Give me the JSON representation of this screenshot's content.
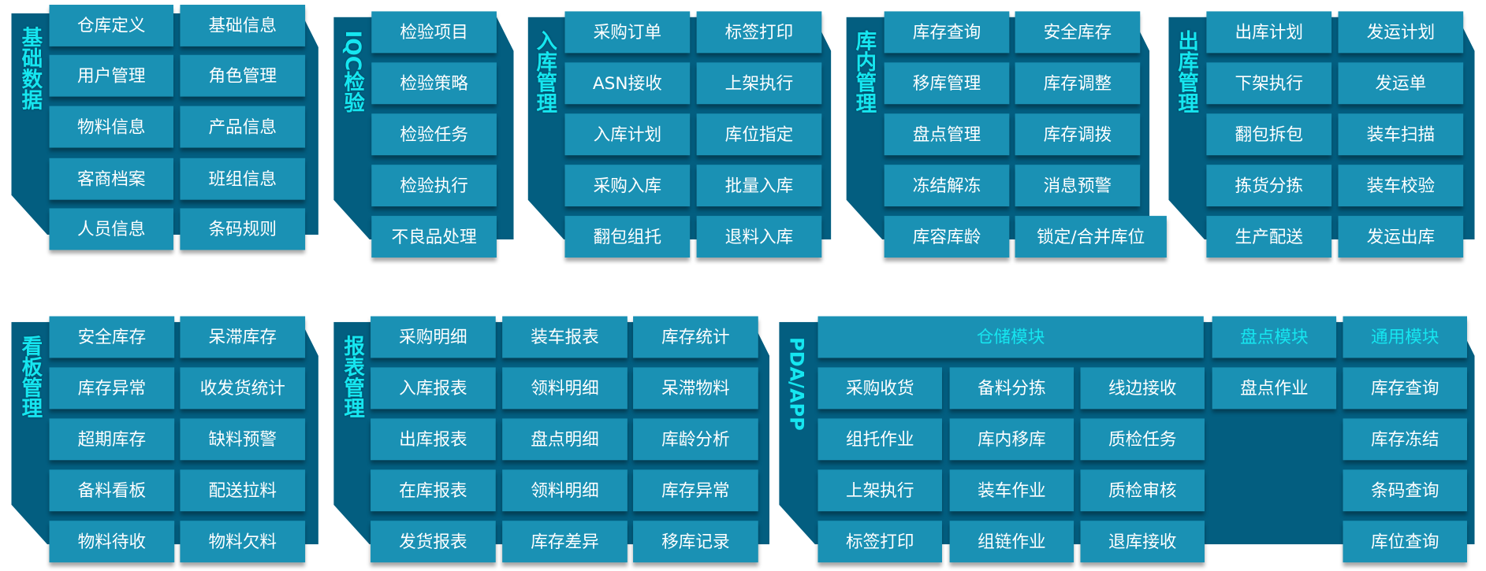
{
  "colors": {
    "panel": "#035e80",
    "button": "#1a91b4",
    "label": "#16e6f0",
    "text": "#ffffff"
  },
  "panels": [
    {
      "title": "基础数据",
      "rows": [
        [
          "仓库定义",
          "基础信息"
        ],
        [
          "用户管理",
          "角色管理"
        ],
        [
          "物料信息",
          "产品信息"
        ],
        [
          "客商档案",
          "班组信息"
        ],
        [
          "人员信息",
          "条码规则"
        ]
      ]
    },
    {
      "title": "IQC检验",
      "rows": [
        [
          "检验项目"
        ],
        [
          "检验策略"
        ],
        [
          "检验任务"
        ],
        [
          "检验执行"
        ],
        [
          "不良品处理"
        ]
      ]
    },
    {
      "title": "入库管理",
      "rows": [
        [
          "采购订单",
          "标签打印"
        ],
        [
          "ASN接收",
          "上架执行"
        ],
        [
          "入库计划",
          "库位指定"
        ],
        [
          "采购入库",
          "批量入库"
        ],
        [
          "翻包组托",
          "退料入库"
        ]
      ]
    },
    {
      "title": "库内管理",
      "rows": [
        [
          "库存查询",
          "安全库存"
        ],
        [
          "移库管理",
          "库存调整"
        ],
        [
          "盘点管理",
          "库存调拨"
        ],
        [
          "冻结解冻",
          "消息预警"
        ],
        [
          "库容库龄",
          "锁定/合并库位"
        ]
      ]
    },
    {
      "title": "出库管理",
      "rows": [
        [
          "出库计划",
          "发运计划"
        ],
        [
          "下架执行",
          "发运单"
        ],
        [
          "翻包拆包",
          "装车扫描"
        ],
        [
          "拣货分拣",
          "装车校验"
        ],
        [
          "生产配送",
          "发运出库"
        ]
      ]
    },
    {
      "title": "看板管理",
      "rows": [
        [
          "安全库存",
          "呆滞库存"
        ],
        [
          "库存异常",
          "收发货统计"
        ],
        [
          "超期库存",
          "缺料预警"
        ],
        [
          "备料看板",
          "配送拉料"
        ],
        [
          "物料待收",
          "物料欠料"
        ]
      ]
    },
    {
      "title": "报表管理",
      "rows": [
        [
          "采购明细",
          "装车报表",
          "库存统计"
        ],
        [
          "入库报表",
          "领料明细",
          "呆滞物料"
        ],
        [
          "出库报表",
          "盘点明细",
          "库龄分析"
        ],
        [
          "在库报表",
          "领料明细",
          "库存异常"
        ],
        [
          "发货报表",
          "库存差异",
          "移库记录"
        ]
      ]
    }
  ],
  "pda": {
    "title": "PDA/APP",
    "modules": [
      {
        "title": "仓储模块",
        "rows": [
          [
            "采购收货",
            "备料分拣",
            "线边接收"
          ],
          [
            "组托作业",
            "库内移库",
            "质检任务"
          ],
          [
            "上架执行",
            "装车作业",
            "质检审核"
          ],
          [
            "标签打印",
            "组链作业",
            "退库接收"
          ]
        ]
      },
      {
        "title": "盘点模块",
        "rows": [
          [
            "盘点作业"
          ]
        ]
      },
      {
        "title": "通用模块",
        "rows": [
          [
            "库存查询"
          ],
          [
            "库存冻结"
          ],
          [
            "条码查询"
          ],
          [
            "库位查询"
          ]
        ]
      }
    ]
  }
}
